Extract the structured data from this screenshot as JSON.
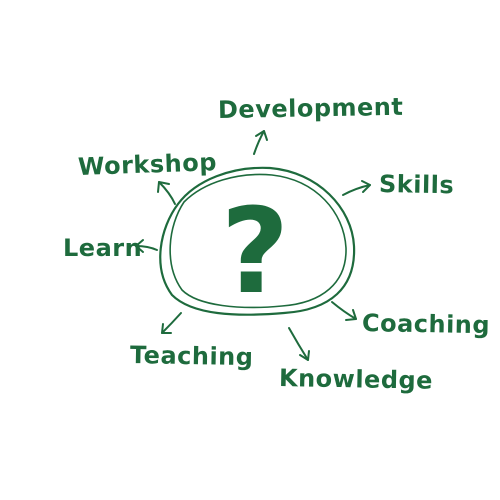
{
  "colors": {
    "ink": "#1e6b3d",
    "background": "#ffffff"
  },
  "center_symbol": "?",
  "words": {
    "development": "Development",
    "workshop": "Workshop",
    "skills": "Skills",
    "learn": "Learn",
    "coaching": "Coaching",
    "teaching": "Teaching",
    "knowledge": "Knowledge"
  }
}
